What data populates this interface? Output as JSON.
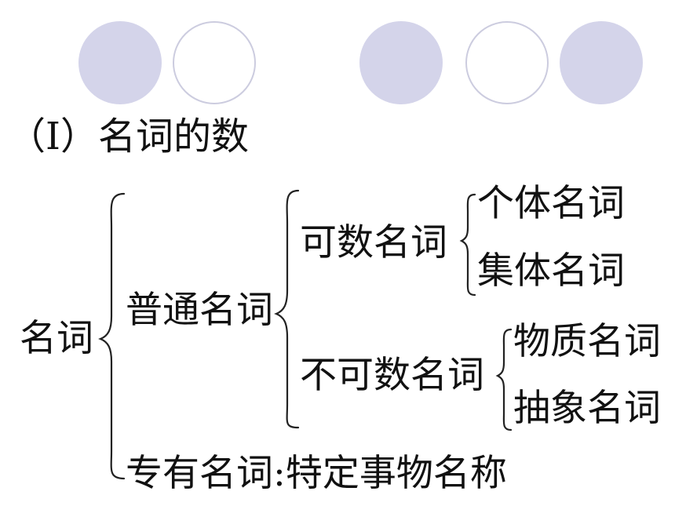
{
  "heading": "（Ⅰ）名词的数",
  "colors": {
    "circle_fill": "#d4d4ea",
    "circle_outline": "#ccccdf",
    "text": "#111111"
  },
  "decoration": [
    "circle-filled",
    "circle-outline",
    "circle-filled",
    "circle-outline",
    "circle-filled"
  ],
  "tree": {
    "root": "名词",
    "common": "普通名词",
    "countable": "可数名词",
    "individual": "个体名词",
    "collective": "集体名词",
    "uncountable": "不可数名词",
    "material": "物质名词",
    "abstract": "抽象名词",
    "proper": "专有名词:特定事物名称"
  }
}
